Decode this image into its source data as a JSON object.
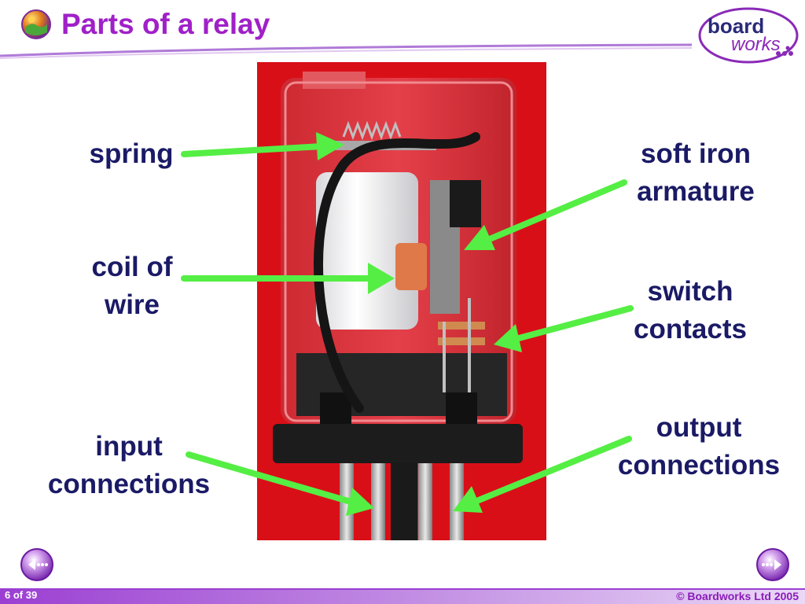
{
  "slide": {
    "title": "Parts of a relay",
    "page_number": "6 of 39",
    "copyright": "© Boardworks Ltd 2005"
  },
  "logo": {
    "line1": "board",
    "line2": "works"
  },
  "labels": {
    "spring": "spring",
    "armature_line1": "soft iron",
    "armature_line2": "armature",
    "coil_line1": "coil of",
    "coil_line2": "wire",
    "switch_line1": "switch",
    "switch_line2": "contacts",
    "input_line1": "input",
    "input_line2": "connections",
    "output_line1": "output",
    "output_line2": "connections"
  },
  "nav": {
    "prev_icon": "back-arrow-icon",
    "next_icon": "forward-arrow-icon"
  },
  "colors": {
    "title": "#a020c8",
    "label": "#1a1a66",
    "arrow": "#55ee44",
    "photo_background": "#d90f18",
    "footer": "#9b3fd2"
  }
}
